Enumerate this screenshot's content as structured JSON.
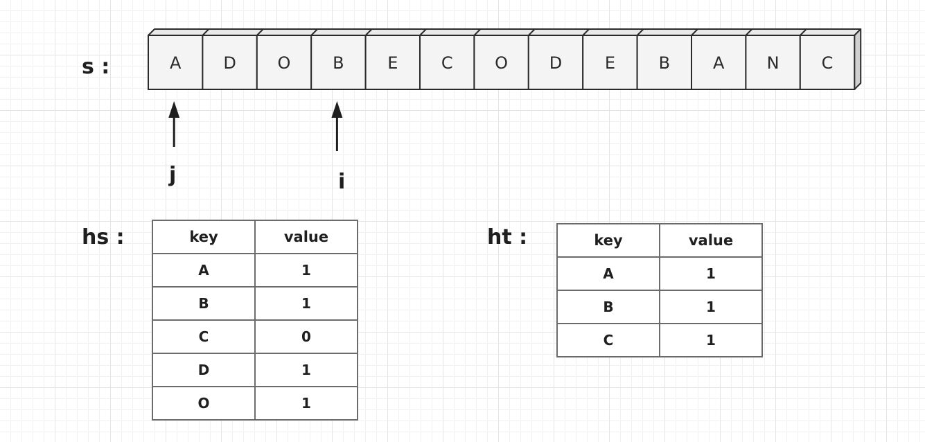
{
  "string_label": "s :",
  "array": [
    "A",
    "D",
    "O",
    "B",
    "E",
    "C",
    "O",
    "D",
    "E",
    "B",
    "A",
    "N",
    "C"
  ],
  "pointers": [
    {
      "name": "j",
      "index": 0
    },
    {
      "name": "i",
      "index": 3
    }
  ],
  "hs": {
    "label": "hs :",
    "header": {
      "key": "key",
      "value": "value"
    },
    "rows": [
      {
        "key": "A",
        "value": "1"
      },
      {
        "key": "B",
        "value": "1"
      },
      {
        "key": "C",
        "value": "0"
      },
      {
        "key": "D",
        "value": "1"
      },
      {
        "key": "O",
        "value": "1"
      }
    ]
  },
  "ht": {
    "label": "ht :",
    "header": {
      "key": "key",
      "value": "value"
    },
    "rows": [
      {
        "key": "A",
        "value": "1"
      },
      {
        "key": "B",
        "value": "1"
      },
      {
        "key": "C",
        "value": "1"
      }
    ]
  },
  "colors": {
    "cell_fill": "#f4f4f4",
    "stroke": "#2b2b2b",
    "grid": "#e4e4e4"
  }
}
